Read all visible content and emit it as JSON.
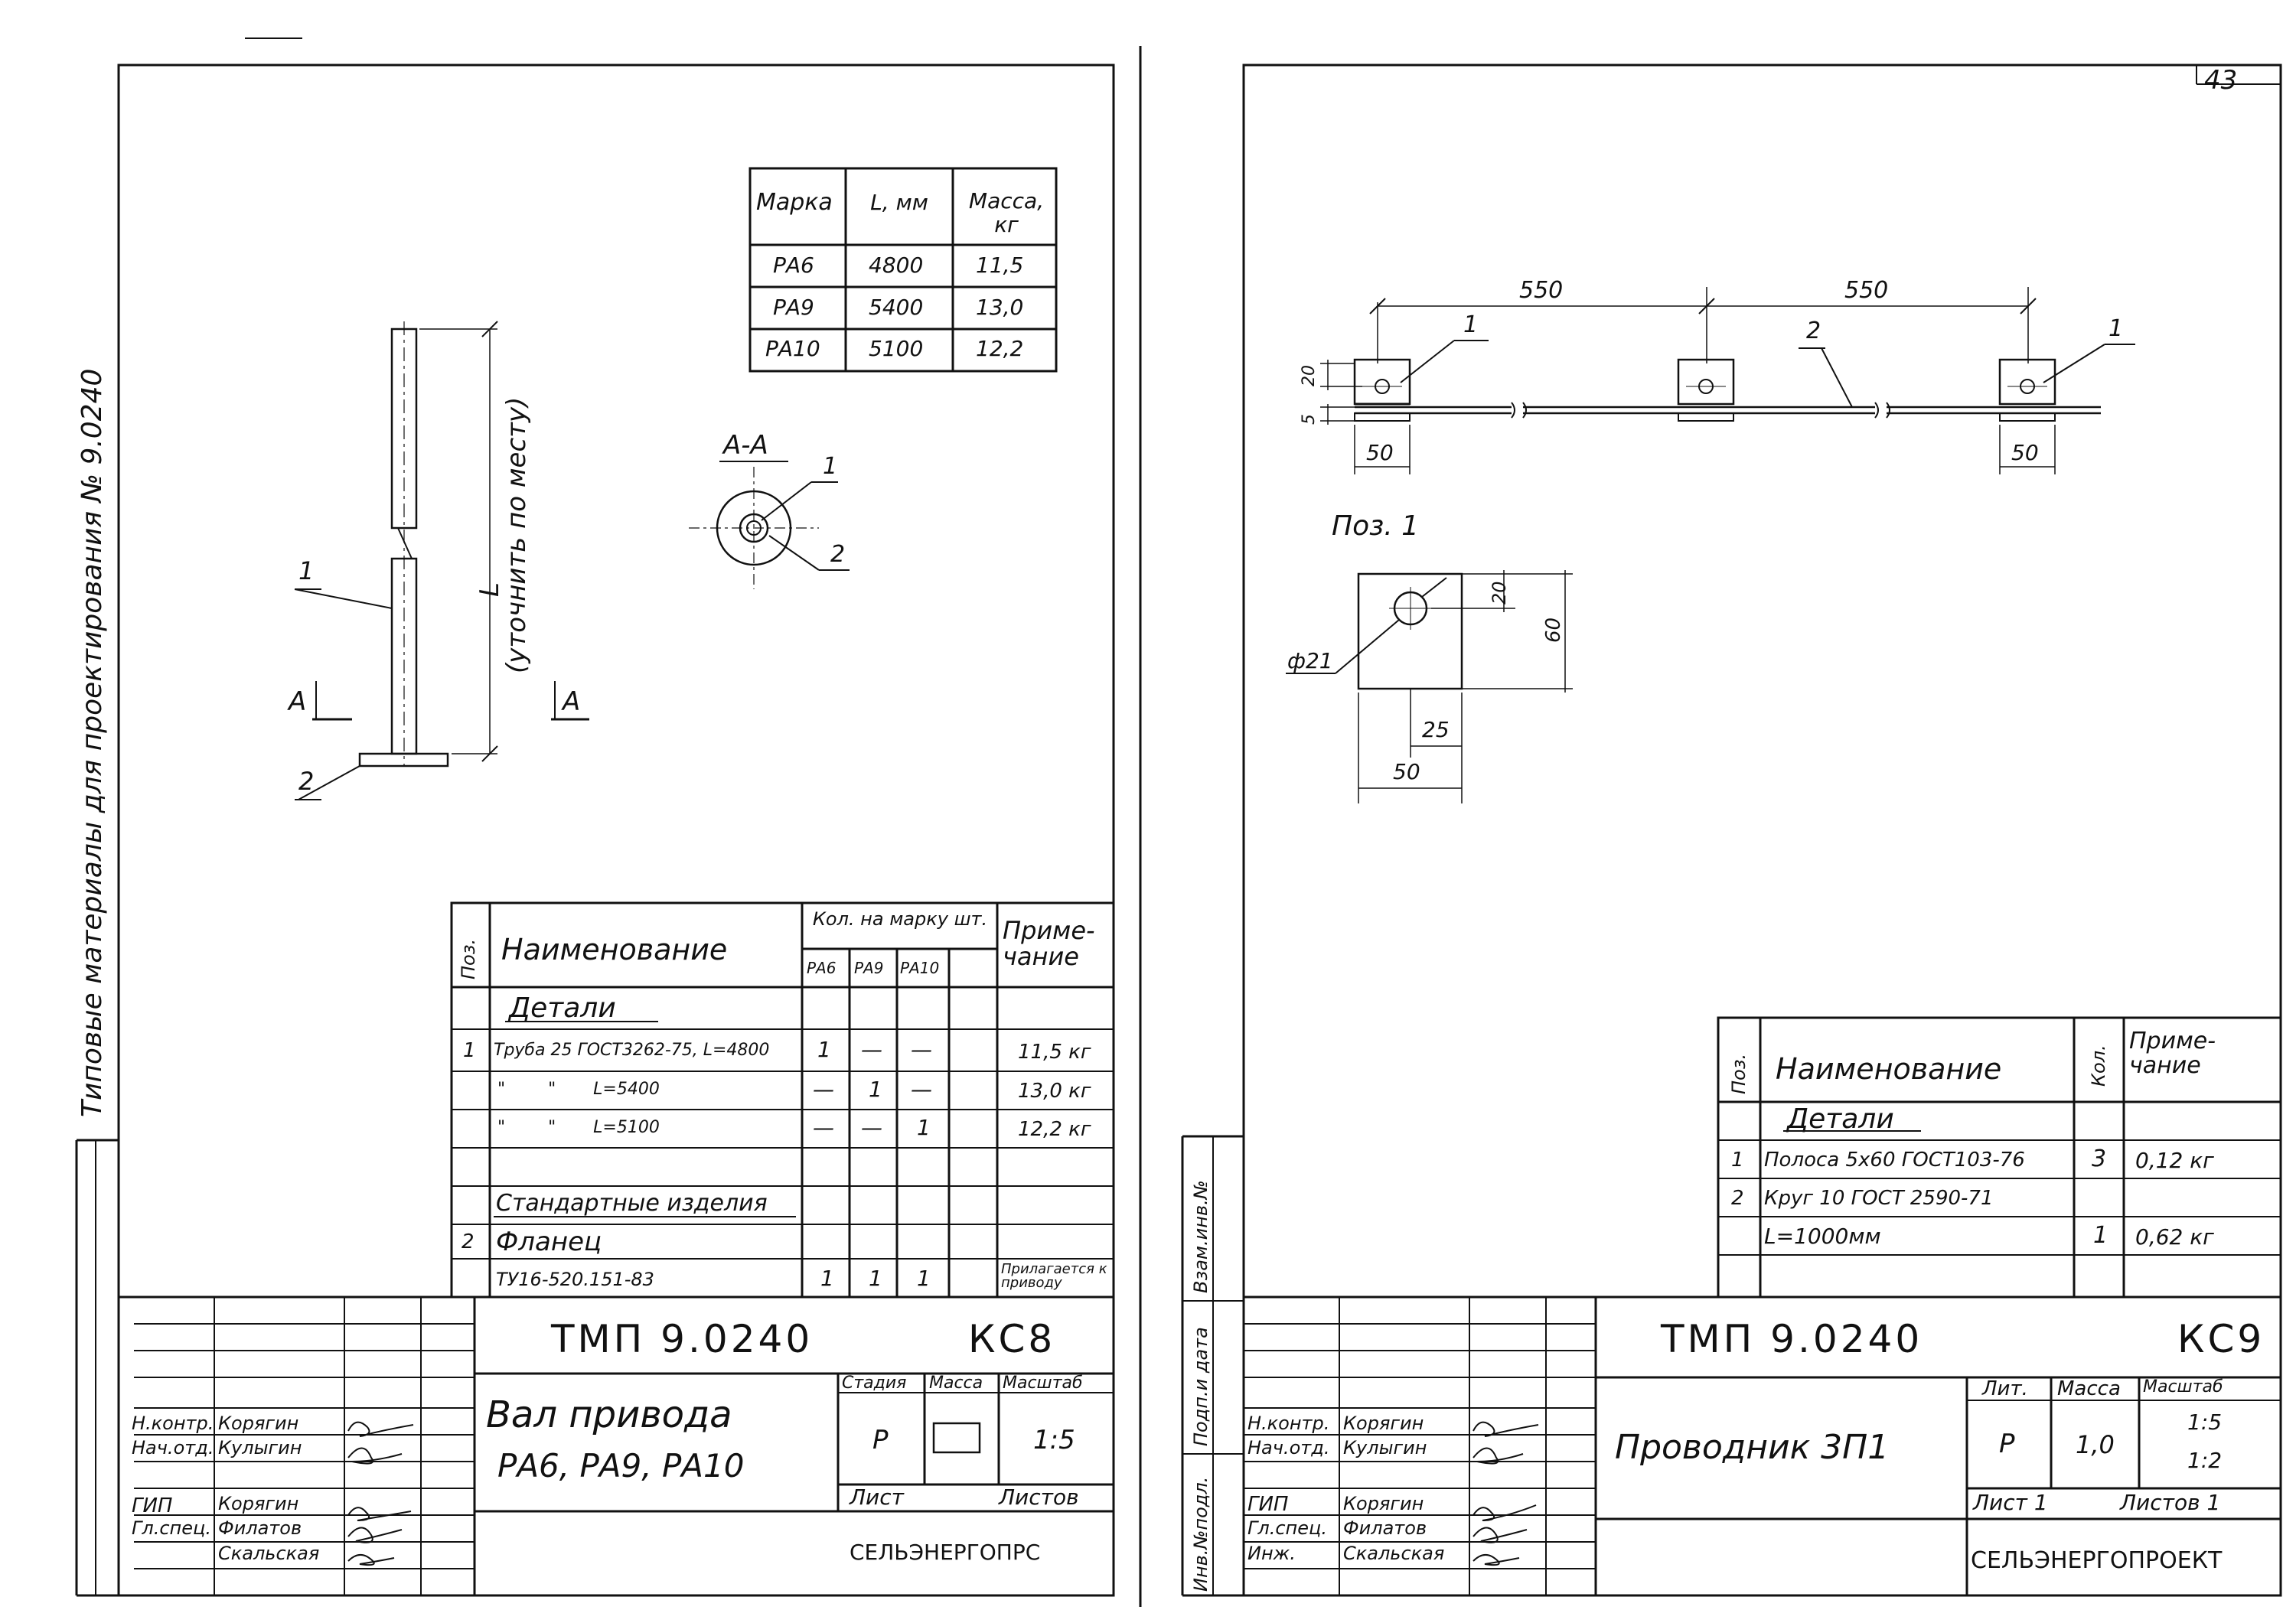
{
  "page_number": "43",
  "side_text": "Типовые материалы для проектирования № 9.0240",
  "side_stamp_labels": [
    "Инв.№подл.",
    "Подп.и дата",
    "Взам.инв.№"
  ],
  "sheet1": {
    "mass_table": {
      "headers": [
        "Марка",
        "L, мм",
        "Масса, кг"
      ],
      "rows": [
        [
          "РА6",
          "4800",
          "11,5"
        ],
        [
          "РА9",
          "5400",
          "13,0"
        ],
        [
          "РА10",
          "5100",
          "12,2"
        ]
      ]
    },
    "drawing": {
      "section_label": "А-А",
      "cut_mark": "А",
      "dim_L": "L",
      "dim_note": "(уточнить по месту)",
      "pos1": "1",
      "pos2": "2"
    },
    "spec": {
      "h_pos": "Поз.",
      "h_name": "Наименование",
      "h_qty": "Кол. на марку шт.",
      "h_marks": [
        "РА6",
        "РА9",
        "РА10"
      ],
      "h_note": "Приме-чание",
      "rows": [
        {
          "pos": "",
          "name": "Детали",
          "q1": "",
          "q2": "",
          "q3": "",
          "note": ""
        },
        {
          "pos": "1",
          "name": "Труба 25 ГОСТ3262-75, L=4800",
          "q1": "1",
          "q2": "—",
          "q3": "—",
          "note": "11,5 кг"
        },
        {
          "pos": "",
          "name": "\"        \"       L=5400",
          "q1": "—",
          "q2": "1",
          "q3": "—",
          "note": "13,0 кг"
        },
        {
          "pos": "",
          "name": "\"        \"       L=5100",
          "q1": "—",
          "q2": "—",
          "q3": "1",
          "note": "12,2 кг"
        },
        {
          "pos": "",
          "name": "",
          "q1": "",
          "q2": "",
          "q3": "",
          "note": ""
        },
        {
          "pos": "",
          "name": "Стандартные изделия",
          "q1": "",
          "q2": "",
          "q3": "",
          "note": ""
        },
        {
          "pos": "2",
          "name": "Фланец",
          "q1": "",
          "q2": "",
          "q3": "",
          "note": ""
        },
        {
          "pos": "",
          "name": "ТУ16-520.151-83",
          "q1": "1",
          "q2": "1",
          "q3": "1",
          "note": "Прилагается к приводу"
        }
      ]
    },
    "title_block": {
      "code": "ТМП 9.0240",
      "sheet_code": "КС8",
      "title_line1": "Вал привода",
      "title_line2": "РА6, РА9, РА10",
      "stage_h": "Стадия",
      "mass_h": "Масса",
      "scale_h": "Масштаб",
      "stage": "Р",
      "scale": "1:5",
      "list_h": "Лист",
      "lists_h": "Листов",
      "org": "СЕЛЬЭНЕРГОПРС",
      "people": [
        {
          "role": "Н.контр.",
          "name": "Корягин"
        },
        {
          "role": "Нач.отд.",
          "name": "Кулыгин"
        },
        {
          "role": "",
          "name": ""
        },
        {
          "role": "ГИП",
          "name": "Корягин"
        },
        {
          "role": "Гл.спец.",
          "name": "Филатов"
        },
        {
          "role": "",
          "name": "Скальская"
        }
      ]
    }
  },
  "sheet2": {
    "drawing": {
      "dim_550a": "550",
      "dim_550b": "550",
      "dim_20": "20",
      "dim_5": "5",
      "dim_50a": "50",
      "dim_50b": "50",
      "pos1": "1",
      "pos2": "2",
      "pos1b": "1"
    },
    "detail": {
      "title": "Поз. 1",
      "dim_20": "20",
      "dim_60": "60",
      "dim_phi": "ф21",
      "dim_25": "25",
      "dim_50": "50"
    },
    "spec": {
      "h_pos": "Поз.",
      "h_name": "Наименование",
      "h_qty": "Кол.",
      "h_note": "Приме-чание",
      "rows": [
        {
          "pos": "",
          "name": "Детали",
          "qty": "",
          "note": ""
        },
        {
          "pos": "1",
          "name": "Полоса 5х60 ГОСТ103-76",
          "qty": "3",
          "note": "0,12 кг"
        },
        {
          "pos": "2",
          "name": "Круг 10 ГОСТ 2590-71",
          "qty": "",
          "note": ""
        },
        {
          "pos": "",
          "name": "L=1000мм",
          "qty": "1",
          "note": "0,62 кг"
        }
      ]
    },
    "title_block": {
      "code": "ТМП 9.0240",
      "sheet_code": "КС9",
      "title": "Проводник 3П1",
      "lit_h": "Лит.",
      "mass_h": "Масса",
      "scale_h": "Масштаб",
      "lit": "Р",
      "mass": "1,0",
      "scale1": "1:5",
      "scale2": "1:2",
      "list": "Лист 1",
      "lists": "Листов 1",
      "org": "СЕЛЬЭНЕРГОПРОЕКТ",
      "people": [
        {
          "role": "Н.контр.",
          "name": "Корягин"
        },
        {
          "role": "Нач.отд.",
          "name": "Кулыгин"
        },
        {
          "role": "",
          "name": ""
        },
        {
          "role": "ГИП",
          "name": "Корягин"
        },
        {
          "role": "Гл.спец.",
          "name": "Филатов"
        },
        {
          "role": "Инж.",
          "name": "Скальская"
        }
      ]
    }
  }
}
